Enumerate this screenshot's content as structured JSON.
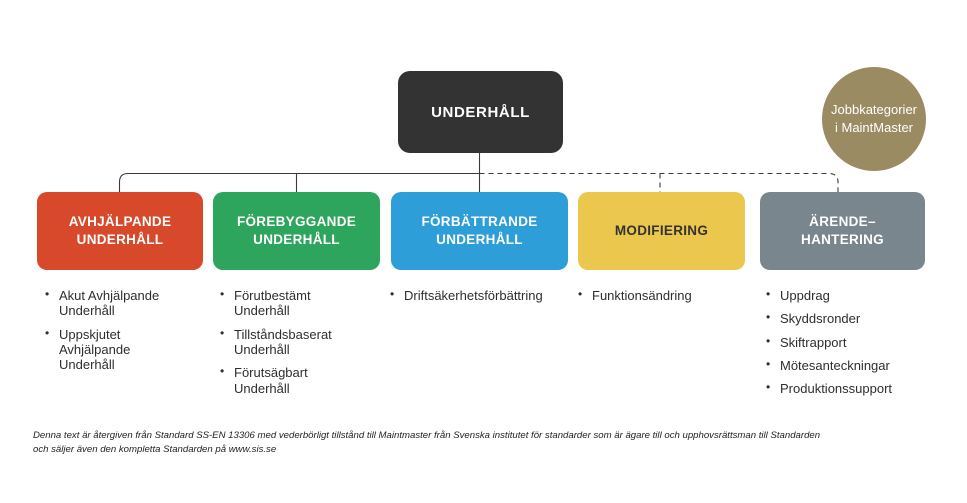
{
  "root": {
    "title": "UNDERHÅLL",
    "color": "#333333"
  },
  "badge": {
    "text": "Jobbkategorier\ni MaintMaster",
    "color": "#9a8b63"
  },
  "categories": [
    {
      "title": "AVHJÄLPANDE\nUNDERHÅLL",
      "color": "#d8482b",
      "text_color": "#ffffff",
      "connector": "solid",
      "items": [
        "Akut Avhjälpande Underhåll",
        "Uppskjutet Avhjälpande Underhåll"
      ]
    },
    {
      "title": "FÖREBYGGANDE\nUNDERHÅLL",
      "color": "#2ea55d",
      "text_color": "#ffffff",
      "connector": "solid",
      "items": [
        "Förutbestämt Underhåll",
        "Tillståndsbaserat Underhåll",
        "Förutsägbart Underhåll"
      ]
    },
    {
      "title": "FÖRBÄTTRANDE\nUNDERHÅLL",
      "color": "#2d9ed8",
      "text_color": "#ffffff",
      "connector": "solid",
      "items": [
        "Driftsäkerhetsförbättring"
      ]
    },
    {
      "title": "MODIFIERING",
      "color": "#ebc74e",
      "text_color": "#333333",
      "connector": "dashed",
      "items": [
        "Funktionsändring"
      ]
    },
    {
      "title": "ÄRENDE–\nHANTERING",
      "color": "#79868d",
      "text_color": "#ffffff",
      "connector": "dashed",
      "items": [
        "Uppdrag",
        "Skyddsronder",
        "Skiftrapport",
        "Mötesanteckningar",
        "Produktionssupport"
      ]
    }
  ],
  "connector_color": "#3b3b3b",
  "footer": {
    "line1": "Denna text är återgiven från Standard SS-EN 13306 med vederbörligt tillstånd till Maintmaster från Svenska institutet för standarder som är ägare till och upphovsrättsman till Standarden",
    "line2": "och säljer även den kompletta Standarden på www.sis.se"
  }
}
